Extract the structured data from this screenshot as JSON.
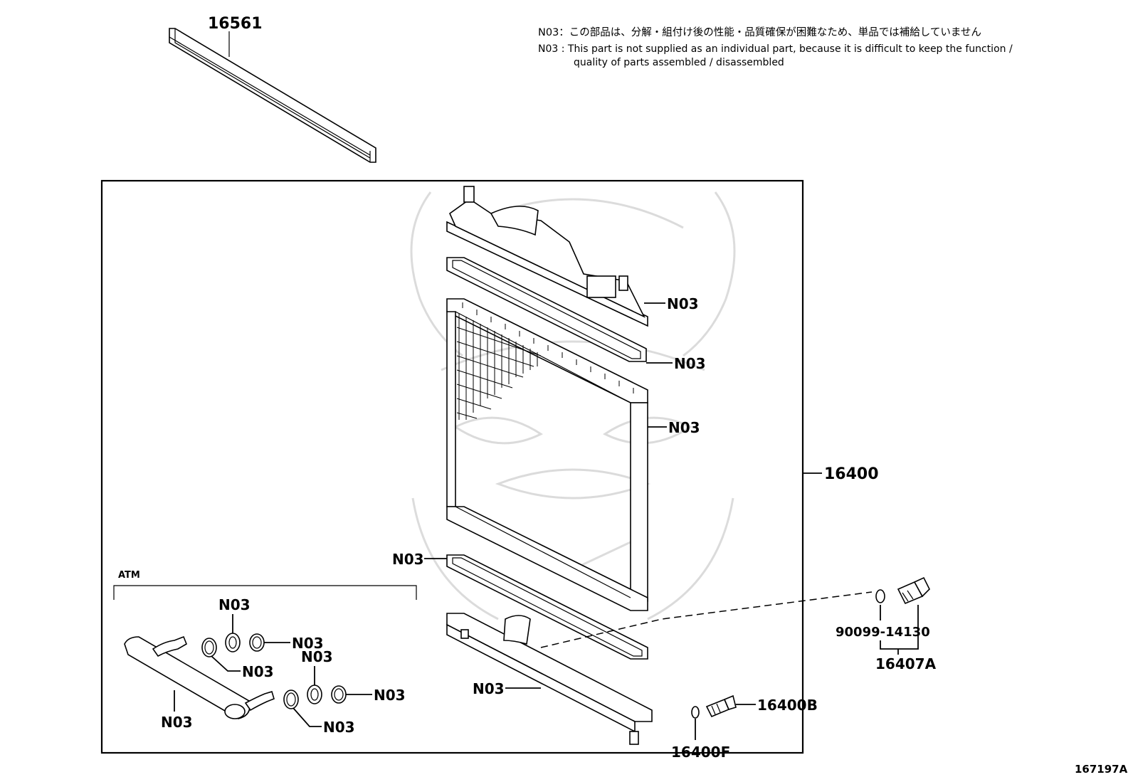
{
  "notes": {
    "jp": "N03：この部品は、分解・組付け後の性能・品質確保が困難なため、単品では補給していません",
    "en_line1": "N03 : This part is not supplied as an individual part, because it is difficult to keep the function /",
    "en_line2": "quality of parts assembled / disassembled"
  },
  "labels": {
    "p16561": "16561",
    "p16400": "16400",
    "p16400b": "16400B",
    "p16400f": "16400F",
    "p90099": "90099-14130",
    "p16407a": "16407A",
    "n03": "N03",
    "atm": "ATM",
    "diagram_id": "167197A"
  }
}
